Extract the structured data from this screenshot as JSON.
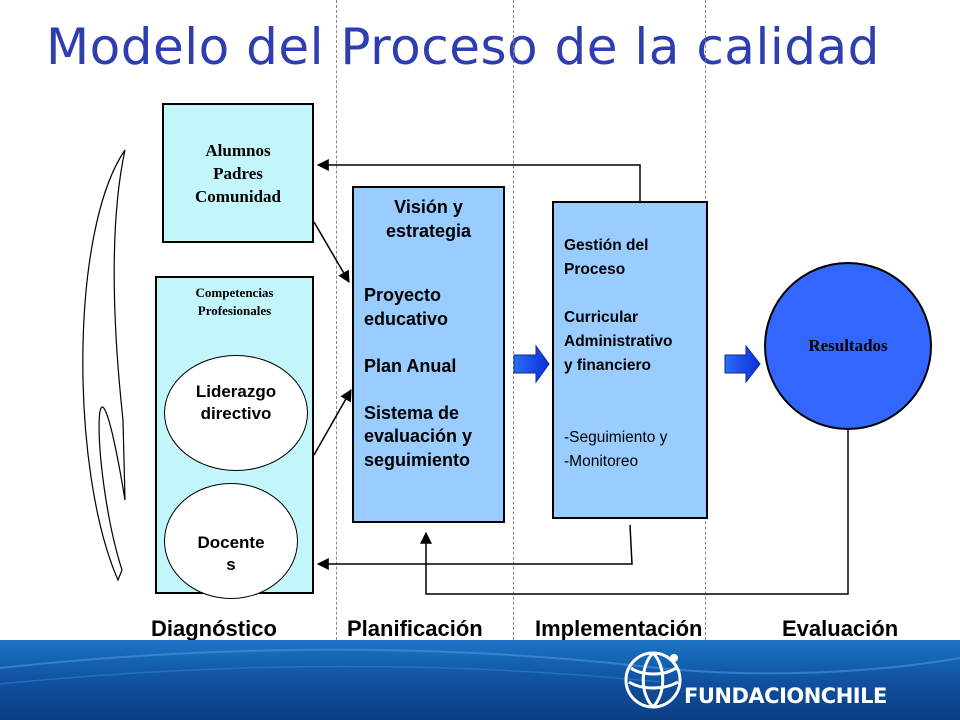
{
  "title": "Modelo del Proceso de la calidad",
  "stakeholders": {
    "lines": [
      "Alumnos",
      "Padres",
      "Comunidad"
    ]
  },
  "competencies": {
    "title_lines": [
      "Competencias",
      "Profesionales"
    ],
    "leadership_lines": [
      "Liderazgo",
      "directivo"
    ],
    "teachers_lines": [
      "Docente",
      "s"
    ]
  },
  "vision": {
    "lines": [
      "Visión y",
      "estrategia",
      "",
      "Proyecto",
      "educativo",
      "",
      "Plan Anual",
      "",
      "Sistema de",
      "evaluación y",
      "seguimiento"
    ]
  },
  "management": {
    "lines": [
      "Gestión del",
      "Proceso",
      "",
      "Curricular",
      "Administrativo",
      "y financiero",
      "",
      "",
      "-Seguimiento y",
      "-Monitoreo"
    ]
  },
  "results": "Resultados",
  "phases": [
    "Diagnóstico",
    "Planificación",
    "Implementación",
    "Evaluación"
  ],
  "brand": "FUNDACIONCHILE",
  "colors": {
    "title": "#2e3db0",
    "light_cyan": "#c3f6fb",
    "light_blue": "#99ccff",
    "results_blue": "#3366ff",
    "footer_blue": "#0f4f9e"
  }
}
